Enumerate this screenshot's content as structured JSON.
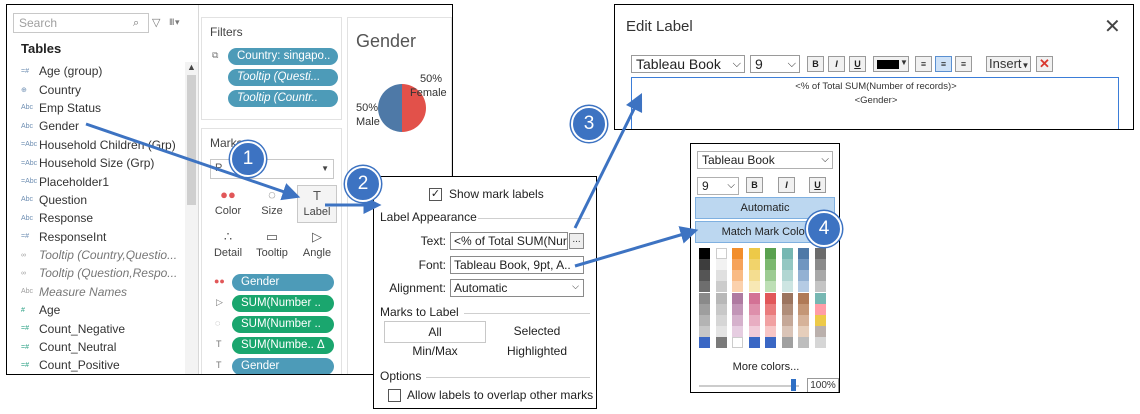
{
  "data_pane": {
    "search_placeholder": "Search",
    "tables_header": "Tables",
    "fields": [
      {
        "icon": "=#",
        "name": "Age (group)",
        "kind": "dimension",
        "italic": false
      },
      {
        "icon": "⊕",
        "name": "Country",
        "kind": "dimension",
        "italic": false
      },
      {
        "icon": "Abc",
        "name": "Emp Status",
        "kind": "dimension",
        "italic": false
      },
      {
        "icon": "Abc",
        "name": "Gender",
        "kind": "dimension",
        "italic": false
      },
      {
        "icon": "=Abc",
        "name": "Household Children (Grp)",
        "kind": "dimension",
        "italic": false
      },
      {
        "icon": "=Abc",
        "name": "Household Size (Grp)",
        "kind": "dimension",
        "italic": false
      },
      {
        "icon": "=Abc",
        "name": "Placeholder1",
        "kind": "dimension",
        "italic": false
      },
      {
        "icon": "Abc",
        "name": "Question",
        "kind": "dimension",
        "italic": false
      },
      {
        "icon": "Abc",
        "name": "Response",
        "kind": "dimension",
        "italic": false
      },
      {
        "icon": "=#",
        "name": "ResponseInt",
        "kind": "dimension",
        "italic": false
      },
      {
        "icon": "∞",
        "name": "Tooltip (Country,Questio...",
        "kind": "dimension",
        "italic": true
      },
      {
        "icon": "∞",
        "name": "Tooltip (Question,Respo...",
        "kind": "dimension",
        "italic": true
      },
      {
        "icon": "Abc",
        "name": "Measure Names",
        "kind": "dimension",
        "italic": true
      },
      {
        "icon": "#",
        "name": "Age",
        "kind": "measure",
        "italic": false
      },
      {
        "icon": "=#",
        "name": "Count_Negative",
        "kind": "measure",
        "italic": false
      },
      {
        "icon": "=#",
        "name": "Count_Neutral",
        "kind": "measure",
        "italic": false
      },
      {
        "icon": "=#",
        "name": "Count_Positive",
        "kind": "measure",
        "italic": false
      }
    ]
  },
  "filters": {
    "title": "Filters",
    "pills": [
      "Country: singapo..",
      "Tooltip (Questi...",
      "Tooltip (Countr.."
    ]
  },
  "marks": {
    "title": "Marks",
    "mark_type": "P",
    "buttons": [
      {
        "label": "Color",
        "icon": "●●"
      },
      {
        "label": "Size",
        "icon": "◌"
      },
      {
        "label": "Label",
        "icon": "T"
      },
      {
        "label": "Detail",
        "icon": "∴"
      },
      {
        "label": "Tooltip",
        "icon": "▭"
      },
      {
        "label": "Angle",
        "icon": "▷"
      }
    ],
    "pills": [
      {
        "icon": "●●",
        "label": "Gender",
        "green": false
      },
      {
        "icon": "▷",
        "label": "SUM(Number ..",
        "green": true
      },
      {
        "icon": "◌",
        "label": "SUM(Number ..",
        "green": true
      },
      {
        "icon": "T",
        "label": "SUM(Numbe..  Δ",
        "green": true
      },
      {
        "icon": "T",
        "label": "Gender",
        "green": false
      }
    ]
  },
  "view": {
    "title": "Gender",
    "female_pct": "50%",
    "female_label": "Female",
    "male_pct": "50%",
    "male_label": "Male"
  },
  "label_dialog": {
    "show_labels_checked": true,
    "show_labels": "Show mark labels",
    "label_appearance": "Label Appearance",
    "text_label": "Text:",
    "text_value": "<% of Total SUM(Nur",
    "ellipsis": "...",
    "font_label": "Font:",
    "font_value": "Tableau Book, 9pt, A..",
    "alignment_label": "Alignment:",
    "alignment_value": "Automatic",
    "marks_to_label": "Marks to Label",
    "options_all": "All",
    "options_selected": "Selected",
    "options_minmax": "Min/Max",
    "options_highlighted": "Highlighted",
    "options_title": "Options",
    "allow_overlap": "Allow labels to overlap other marks",
    "allow_overlap_checked": false
  },
  "edit_label": {
    "title": "Edit Label",
    "font": "Tableau Book",
    "size": "9",
    "bold": "B",
    "italic": "I",
    "underline": "U",
    "insert": "Insert",
    "text_line1": "<% of Total SUM(Number of records)>",
    "text_line2": "<Gender>",
    "color_value": "#000000"
  },
  "font_menu": {
    "font": "Tableau Book",
    "size": "9",
    "bold": "B",
    "italic": "I",
    "underline": "U",
    "automatic": "Automatic",
    "match_mark_color": "Match Mark Color",
    "more_colors": "More colors...",
    "zoom": "100%"
  },
  "steps": [
    "1",
    "2",
    "3",
    "4"
  ],
  "colors": {
    "pill_blue": "#4d9bb8",
    "pill_green": "#1aa66e",
    "step_blue": "#3d73c2",
    "female": "#e2514a",
    "male": "#4e79a7"
  }
}
